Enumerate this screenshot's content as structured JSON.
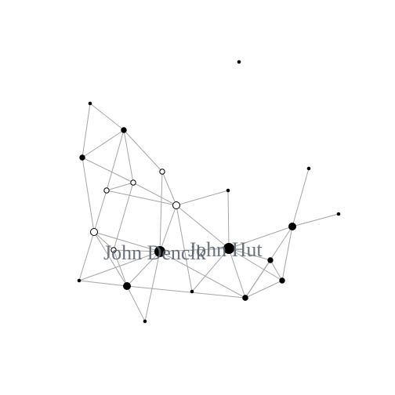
{
  "graph": {
    "colors": {
      "edge": "#a6a6a6",
      "node_filled": "#000000",
      "node_hollow_fill": "#ffffff",
      "label": "#5b6673"
    },
    "labels": [
      {
        "node": "n13",
        "text": "John Dencik"
      },
      {
        "node": "n19",
        "text": "John Hut"
      }
    ],
    "nodes": [
      {
        "id": "n0",
        "style": "filled",
        "weight": 1
      },
      {
        "id": "n1",
        "style": "filled",
        "weight": 1
      },
      {
        "id": "n2",
        "style": "filled",
        "weight": 2
      },
      {
        "id": "n3",
        "style": "filled",
        "weight": 2
      },
      {
        "id": "n4",
        "style": "hollow",
        "weight": 2
      },
      {
        "id": "n5",
        "style": "hollow",
        "weight": 2
      },
      {
        "id": "n6",
        "style": "hollow",
        "weight": 2
      },
      {
        "id": "n7",
        "style": "filled",
        "weight": 1
      },
      {
        "id": "n8",
        "style": "hollow",
        "weight": 3
      },
      {
        "id": "n9",
        "style": "filled",
        "weight": 1
      },
      {
        "id": "n10",
        "style": "filled",
        "weight": 1
      },
      {
        "id": "n11",
        "style": "hollow",
        "weight": 3
      },
      {
        "id": "n12",
        "style": "hollow",
        "weight": 2
      },
      {
        "id": "n13",
        "style": "filled",
        "weight": 4
      },
      {
        "id": "n14",
        "style": "filled",
        "weight": 1
      },
      {
        "id": "n15",
        "style": "filled",
        "weight": 3
      },
      {
        "id": "n16",
        "style": "filled",
        "weight": 1
      },
      {
        "id": "n17",
        "style": "filled",
        "weight": 2
      },
      {
        "id": "n18",
        "style": "filled",
        "weight": 2
      },
      {
        "id": "n19",
        "style": "filled",
        "weight": 4
      },
      {
        "id": "n20",
        "style": "filled",
        "weight": 2
      },
      {
        "id": "n21",
        "style": "filled",
        "weight": 2
      },
      {
        "id": "n22",
        "style": "filled",
        "weight": 3
      }
    ],
    "edges": [
      [
        "n1",
        "n2"
      ],
      [
        "n1",
        "n3"
      ],
      [
        "n2",
        "n3"
      ],
      [
        "n3",
        "n5"
      ],
      [
        "n2",
        "n5"
      ],
      [
        "n3",
        "n4"
      ],
      [
        "n3",
        "n6"
      ],
      [
        "n2",
        "n11"
      ],
      [
        "n5",
        "n4"
      ],
      [
        "n5",
        "n8"
      ],
      [
        "n5",
        "n12"
      ],
      [
        "n4",
        "n8"
      ],
      [
        "n4",
        "n11"
      ],
      [
        "n6",
        "n8"
      ],
      [
        "n6",
        "n13"
      ],
      [
        "n8",
        "n7"
      ],
      [
        "n8",
        "n13"
      ],
      [
        "n8",
        "n14"
      ],
      [
        "n8",
        "n19"
      ],
      [
        "n11",
        "n12"
      ],
      [
        "n11",
        "n15"
      ],
      [
        "n11",
        "n10"
      ],
      [
        "n11",
        "n13"
      ],
      [
        "n12",
        "n13"
      ],
      [
        "n12",
        "n15"
      ],
      [
        "n10",
        "n15"
      ],
      [
        "n10",
        "n13"
      ],
      [
        "n15",
        "n13"
      ],
      [
        "n15",
        "n16"
      ],
      [
        "n15",
        "n17"
      ],
      [
        "n13",
        "n16"
      ],
      [
        "n13",
        "n17"
      ],
      [
        "n13",
        "n19"
      ],
      [
        "n17",
        "n19"
      ],
      [
        "n17",
        "n20"
      ],
      [
        "n7",
        "n19"
      ],
      [
        "n19",
        "n14"
      ],
      [
        "n19",
        "n20"
      ],
      [
        "n19",
        "n18"
      ],
      [
        "n19",
        "n22"
      ],
      [
        "n20",
        "n18"
      ],
      [
        "n20",
        "n21"
      ],
      [
        "n18",
        "n21"
      ],
      [
        "n18",
        "n22"
      ],
      [
        "n21",
        "n22"
      ],
      [
        "n22",
        "n9"
      ],
      [
        "n22",
        "n23"
      ]
    ]
  }
}
